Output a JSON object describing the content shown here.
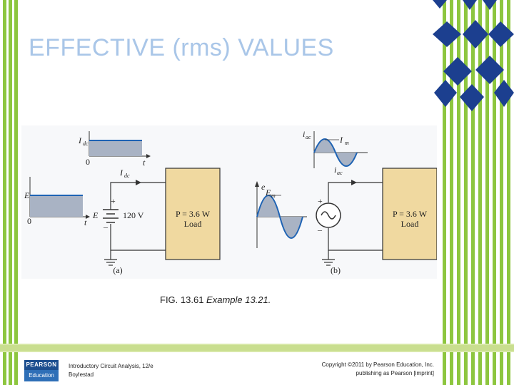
{
  "slide": {
    "title": "EFFECTIVE (rms) VALUES",
    "caption_fig": "FIG. 13.61",
    "caption_text": "Example 13.21."
  },
  "figure": {
    "a": {
      "graph_top": {
        "ylabel": "I",
        "ysub": "dc",
        "zero": "0",
        "xlabel": "t"
      },
      "graph_left": {
        "ylabel": "E",
        "zero": "0",
        "xlabel": "t"
      },
      "current_label": "I",
      "current_sub": "dc",
      "source_plus": "+",
      "source_minus": "–",
      "source_name": "E",
      "source_value": "120 V",
      "load_line1": "P = 3.6 W",
      "load_line2": "Load",
      "panel_label": "(a)"
    },
    "b": {
      "graph_top": {
        "ylabel": "i",
        "ysub": "ac",
        "peak": "I",
        "peak_sub": "m"
      },
      "graph_left": {
        "ylabel": "e",
        "peak": "E",
        "peak_sub": "m"
      },
      "current_label": "i",
      "current_sub": "ac",
      "source_plus": "+",
      "source_minus": "–",
      "load_line1": "P = 3.6 W",
      "load_line2": "Load",
      "panel_label": "(b)"
    }
  },
  "footer": {
    "logo_top": "PEARSON",
    "logo_bottom": "Education",
    "book_line1": "Introductory Circuit Analysis, 12/e",
    "book_line2": "Boylestad",
    "copyright_line1": "Copyright ©2011 by Pearson Education, Inc.",
    "copyright_line2": "publishing as Pearson [imprint]"
  },
  "colors": {
    "accent_green": "#8dc63f",
    "title_blue": "#a9c6e8",
    "load_tan": "#f0d9a0",
    "shade_blue": "#a9b3c4"
  }
}
